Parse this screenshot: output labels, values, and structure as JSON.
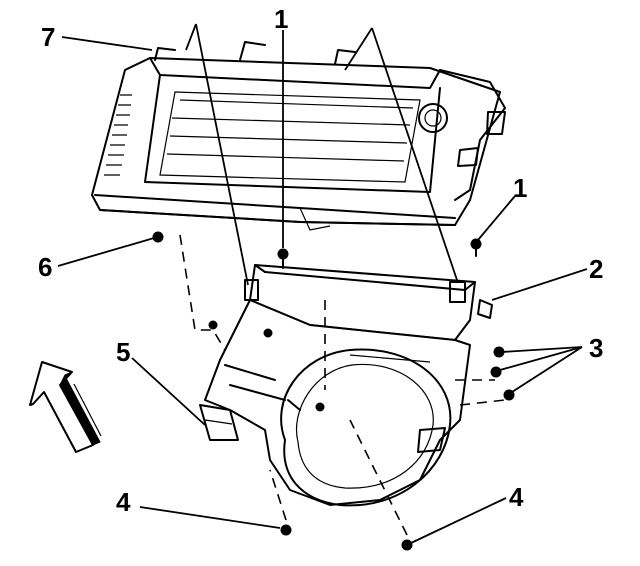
{
  "callouts": {
    "c1a": "1",
    "c1b": "1",
    "c2": "2",
    "c3": "3",
    "c4a": "4",
    "c4b": "4",
    "c5": "5",
    "c6": "6",
    "c7": "7"
  },
  "icons": {
    "direction_arrow": "forward-direction-arrow-icon"
  }
}
